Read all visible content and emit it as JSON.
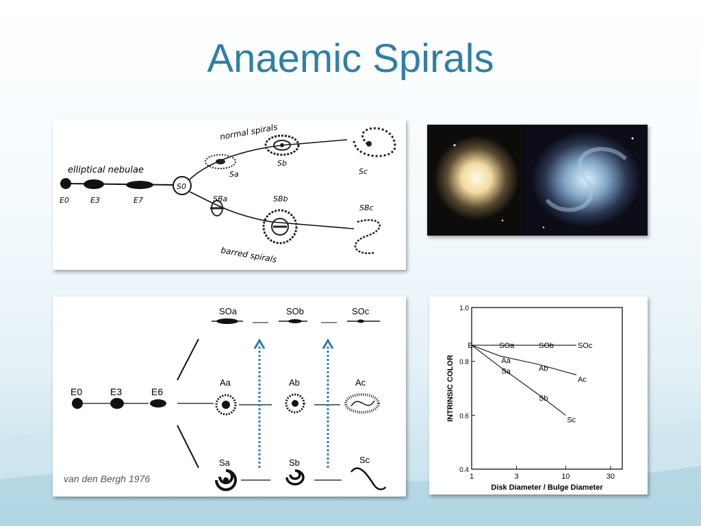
{
  "slide": {
    "title": "Anaemic Spirals"
  },
  "hubble": {
    "elliptical_label": "elliptical nebulae",
    "normal_label": "normal spirals",
    "barred_label": "barred spirals",
    "center": "S0",
    "ellipticals": [
      "E0",
      "E3",
      "E7"
    ],
    "normal": [
      "Sa",
      "Sb",
      "Sc"
    ],
    "barred": [
      "SBa",
      "SBb",
      "SBc"
    ]
  },
  "vdb": {
    "anaemic": [
      "SOa",
      "SOb",
      "SOc"
    ],
    "ellipticals": [
      "E0",
      "E3",
      "E6"
    ],
    "anemic_mid": [
      "Aa",
      "Ab",
      "Ac"
    ],
    "spirals": [
      "Sa",
      "Sb",
      "Sc"
    ],
    "credit": "van den Bergh 1976"
  },
  "chart_data": {
    "type": "line",
    "xlabel": "Disk Diameter / Bulge Diameter",
    "ylabel": "INTRINSIC COLOR",
    "x_ticks": [
      "1",
      "3",
      "10",
      "30"
    ],
    "y_ticks": [
      "1.0",
      "0.8",
      "0.6",
      "0.4"
    ],
    "xscale": "log",
    "xlim": [
      1,
      40
    ],
    "ylim": [
      0.4,
      1.0
    ],
    "start_label": "E",
    "series": [
      {
        "points": [
          [
            1,
            0.86
          ],
          [
            1.9,
            0.86
          ],
          [
            5,
            0.86
          ],
          [
            13,
            0.86
          ]
        ],
        "labels": [
          "",
          "SOa",
          "SOb",
          "SOc"
        ]
      },
      {
        "points": [
          [
            1,
            0.86
          ],
          [
            2,
            0.82
          ],
          [
            5,
            0.79
          ],
          [
            13,
            0.75
          ]
        ],
        "labels": [
          "",
          "Aa",
          "Ab",
          "Ac"
        ]
      },
      {
        "points": [
          [
            1,
            0.86
          ],
          [
            2,
            0.78
          ],
          [
            5,
            0.68
          ],
          [
            10,
            0.6
          ]
        ],
        "labels": [
          "",
          "Sa",
          "Sb",
          "Sc"
        ]
      }
    ]
  }
}
